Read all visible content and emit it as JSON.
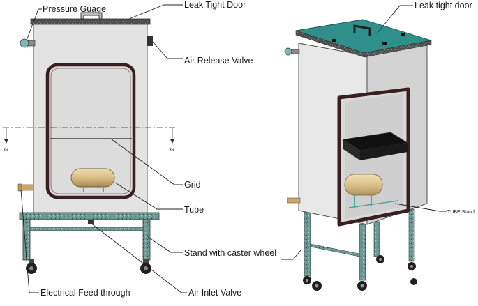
{
  "labels": {
    "pressure_gauge": "Pressure Guage",
    "leak_tight_door_front": "Leak Tight Door",
    "air_release_valve": "Air Release Valve",
    "grid": "Grid",
    "tube": "Tube",
    "stand": "Stand with caster wheel",
    "electrical_feed": "Electrical Feed through",
    "air_inlet_valve": "Air Inlet Valve",
    "leak_tight_door_iso": "Leak tight door",
    "tube_stand": "TUBE Stand",
    "section_marker_left": "G",
    "section_marker_right": "G"
  },
  "colors": {
    "body": "#e6e6e6",
    "body_shade": "#c9c9c9",
    "lid": "#2f8f8a",
    "gasket": "#3a1f22",
    "tube": "#d9bd85",
    "stand": "#5e8f8a",
    "wheel": "#222222"
  }
}
